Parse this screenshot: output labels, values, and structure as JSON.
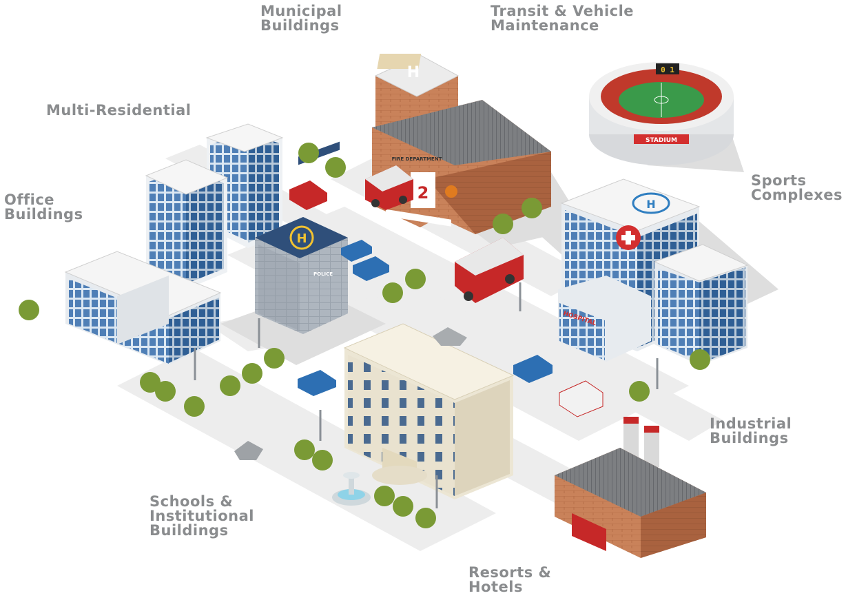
{
  "labels": {
    "municipal": "Municipal\nBuildings",
    "transit": "Transit & Vehicle\nMaintenance",
    "multi_residential": "Multi-Residential",
    "office": "Office\nBuildings",
    "sports": "Sports\nComplexes",
    "industrial": "Industrial\nBuildings",
    "schools": "Schools &\nInstitutional\nBuildings",
    "resorts": "Resorts &\nHotels"
  },
  "signs": {
    "fire_dept": "FIRE DEPARTMENT",
    "fire_number": "2",
    "police": "POLICE",
    "hospital": "HOSPITAL",
    "stadium": "STADIUM",
    "scoreboard": "0 1",
    "helipad": "H"
  },
  "colors": {
    "label": "#8a8c8e",
    "road": "#ececec",
    "tree": "#7a9a35",
    "brick": "#c9825a",
    "glass": "#4f7fb6",
    "fire_red": "#c62828",
    "stadium_field": "#3a9a4a"
  }
}
